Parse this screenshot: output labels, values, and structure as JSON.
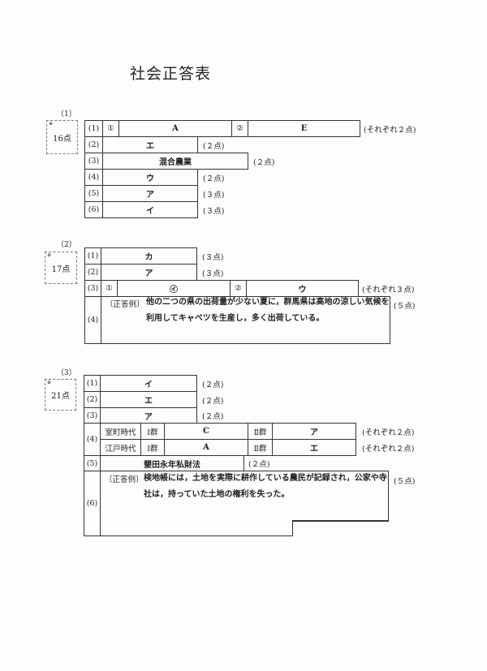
{
  "title": "社会正答表",
  "sections": [
    {
      "label": "〔1〕",
      "score": "16点",
      "mark": "※",
      "q1": {
        "num": "(1)",
        "c1": "①",
        "a1": "A",
        "c2": "②",
        "a2": "E",
        "points": "(それぞれ２点)"
      },
      "rows": [
        {
          "num": "(2)",
          "answer": "エ",
          "points": "(２点)"
        },
        {
          "num": "(3)",
          "answer": "混合農業",
          "points": "(２点)"
        },
        {
          "num": "(4)",
          "answer": "ウ",
          "points": "(２点)"
        },
        {
          "num": "(5)",
          "answer": "ア",
          "points": "(３点)"
        },
        {
          "num": "(6)",
          "answer": "イ",
          "points": "(３点)"
        }
      ]
    },
    {
      "label": "〔2〕",
      "score": "17点",
      "mark": "※",
      "rows": [
        {
          "num": "(1)",
          "answer": "カ",
          "points": "(３点)"
        },
        {
          "num": "(2)",
          "answer": "ア",
          "points": "(３点)"
        }
      ],
      "q3": {
        "num": "(3)",
        "c1": "①",
        "a1": "㋑",
        "c2": "②",
        "a2": "ウ",
        "points": "(それぞれ３点)"
      },
      "q4": {
        "num": "(4)",
        "prefix": "〔正答例〕",
        "line1": "他の二つの県の出荷量が少ない夏に，群馬県は高地の涼しい気候を",
        "line2": "利用してキャベツを生産し，多く出荷している。",
        "points": "(５点)"
      }
    },
    {
      "label": "〔3〕",
      "score": "21点",
      "mark": "※",
      "rows": [
        {
          "num": "(1)",
          "answer": "イ",
          "points": "(２点)"
        },
        {
          "num": "(2)",
          "answer": "エ",
          "points": "(２点)"
        },
        {
          "num": "(3)",
          "answer": "ア",
          "points": "(２点)"
        }
      ],
      "q4": {
        "num": "(4)",
        "rows": [
          {
            "period": "室町時代",
            "g1": "Ⅰ群",
            "a1": "C",
            "g2": "Ⅱ群",
            "a2": "ア",
            "points": "(それぞれ２点)"
          },
          {
            "period": "江戸時代",
            "g1": "Ⅰ群",
            "a1": "A",
            "g2": "Ⅱ群",
            "a2": "エ",
            "points": "(それぞれ２点)"
          }
        ]
      },
      "q5": {
        "num": "(5)",
        "answer": "墾田永年私財法",
        "points": "(２点)"
      },
      "q6": {
        "num": "(6)",
        "prefix": "〔正答例〕",
        "line1": "検地帳には，土地を実際に耕作している農民が記録され，公家や寺",
        "line2": "社は，持っていた土地の権利を失った。",
        "points": "(５点)"
      }
    }
  ]
}
